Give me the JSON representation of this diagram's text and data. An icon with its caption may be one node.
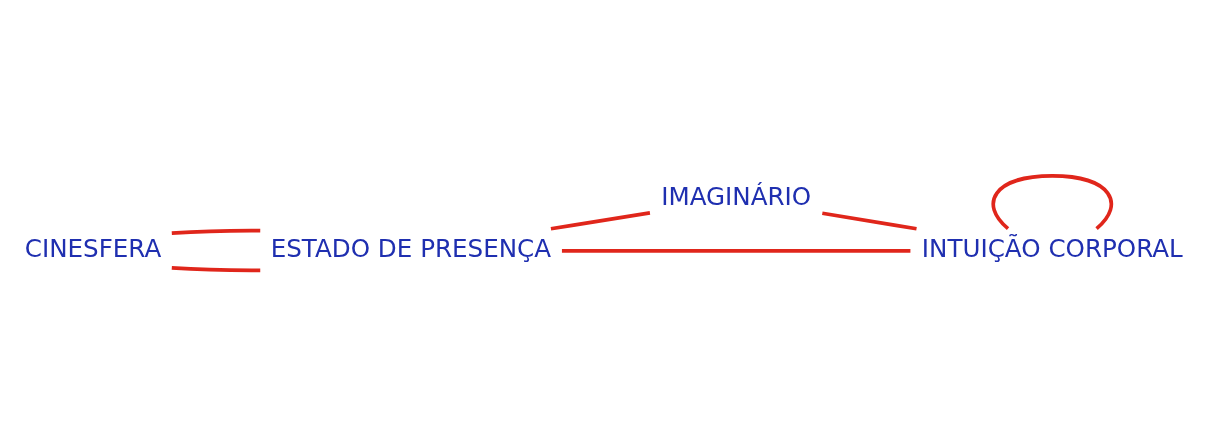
{
  "diagram": {
    "nodes": [
      {
        "text": [
          "CINESFERA"
        ]
      },
      {
        "text": [
          "ESTADO DE PRESENÇA"
        ]
      },
      {
        "text": [
          "IMAGINÁRIO"
        ]
      },
      {
        "text": [
          "INTUIÇÃO CORPORAL"
        ]
      }
    ],
    "edges": [
      {
        "from": 0,
        "to": 1,
        "arrow": "none",
        "color": "#e0261b"
      },
      {
        "from": 0,
        "to": 1,
        "arrow": "none",
        "color": "#e0261b"
      },
      {
        "from": 1,
        "to": 2,
        "arrow": "none",
        "color": "#e0261b"
      },
      {
        "from": 1,
        "to": 3,
        "arrow": "none",
        "color": "#e0261b"
      },
      {
        "from": 2,
        "to": 3,
        "arrow": "none",
        "color": "#e0261b"
      },
      {
        "from": 3,
        "to": 3,
        "arrow": "none",
        "color": "#e0261b"
      }
    ]
  }
}
